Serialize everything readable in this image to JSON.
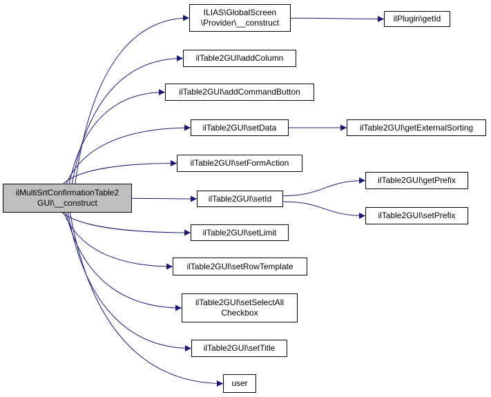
{
  "colors": {
    "edge": "#191970",
    "node_border": "#000000",
    "root_fill": "#bfbfbf",
    "node_fill": "#ffffff"
  },
  "nodes": {
    "root": [
      "ilMultiSrtConfirmationTable2",
      "GUI\\__construct"
    ],
    "provider": [
      "ILIAS\\GlobalScreen",
      "\\Provider\\__construct"
    ],
    "plugin_getid": [
      "ilPlugin\\getId"
    ],
    "addcolumn": [
      "ilTable2GUI\\addColumn"
    ],
    "addcommandbutton": [
      "ilTable2GUI\\addCommandButton"
    ],
    "setdata": [
      "ilTable2GUI\\setData"
    ],
    "getexternalsorting": [
      "ilTable2GUI\\getExternalSorting"
    ],
    "setformaction": [
      "ilTable2GUI\\setFormAction"
    ],
    "setid": [
      "ilTable2GUI\\setId"
    ],
    "getprefix": [
      "ilTable2GUI\\getPrefix"
    ],
    "setprefix": [
      "ilTable2GUI\\setPrefix"
    ],
    "setlimit": [
      "ilTable2GUI\\setLimit"
    ],
    "setrowtemplate": [
      "ilTable2GUI\\setRowTemplate"
    ],
    "setselectall": [
      "ilTable2GUI\\setSelectAll",
      "Checkbox"
    ],
    "settitle": [
      "ilTable2GUI\\setTitle"
    ],
    "user": [
      "user"
    ]
  },
  "edges": [
    [
      "root",
      "provider"
    ],
    [
      "root",
      "addcolumn"
    ],
    [
      "root",
      "addcommandbutton"
    ],
    [
      "root",
      "setdata"
    ],
    [
      "root",
      "setformaction"
    ],
    [
      "root",
      "setid"
    ],
    [
      "root",
      "setlimit"
    ],
    [
      "root",
      "setrowtemplate"
    ],
    [
      "root",
      "setselectall"
    ],
    [
      "root",
      "settitle"
    ],
    [
      "root",
      "user"
    ],
    [
      "provider",
      "plugin_getid"
    ],
    [
      "setdata",
      "getexternalsorting"
    ],
    [
      "setid",
      "getprefix"
    ],
    [
      "setid",
      "setprefix"
    ]
  ]
}
